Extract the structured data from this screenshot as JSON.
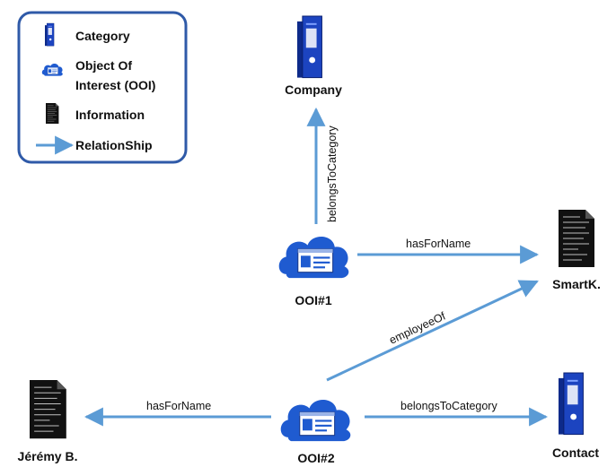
{
  "legend": {
    "items": [
      {
        "icon": "binder-icon",
        "label_lines": [
          "Category"
        ]
      },
      {
        "icon": "cloud-card-icon",
        "label_lines": [
          "Object Of",
          "Interest (OOI)"
        ]
      },
      {
        "icon": "document-icon",
        "label_lines": [
          "Information"
        ]
      },
      {
        "icon": "arrow-icon",
        "label_lines": [
          "RelationShip"
        ]
      }
    ]
  },
  "nodes": {
    "company": {
      "label": "Company",
      "kind": "category"
    },
    "ooi1": {
      "label": "OOI#1",
      "kind": "ooi"
    },
    "smartk": {
      "label": "SmartK.",
      "kind": "information"
    },
    "ooi2": {
      "label": "OOI#2",
      "kind": "ooi"
    },
    "jeremy": {
      "label": "Jérémy B.",
      "kind": "information"
    },
    "contact": {
      "label": "Contact",
      "kind": "category"
    }
  },
  "edges": [
    {
      "from": "ooi1",
      "to": "company",
      "label": "belongsToCategory"
    },
    {
      "from": "ooi1",
      "to": "smartk",
      "label": "hasForName"
    },
    {
      "from": "ooi2",
      "to": "smartk",
      "label": "employeeOf"
    },
    {
      "from": "ooi2",
      "to": "jeremy",
      "label": "hasForName"
    },
    {
      "from": "ooi2",
      "to": "contact",
      "label": "belongsToCategory"
    }
  ],
  "colors": {
    "arrow": "#5b9bd5",
    "legend_border": "#2f5aa8",
    "binder": "#1c44c0",
    "cloud": "#1f5bd0",
    "document": "#111111"
  }
}
